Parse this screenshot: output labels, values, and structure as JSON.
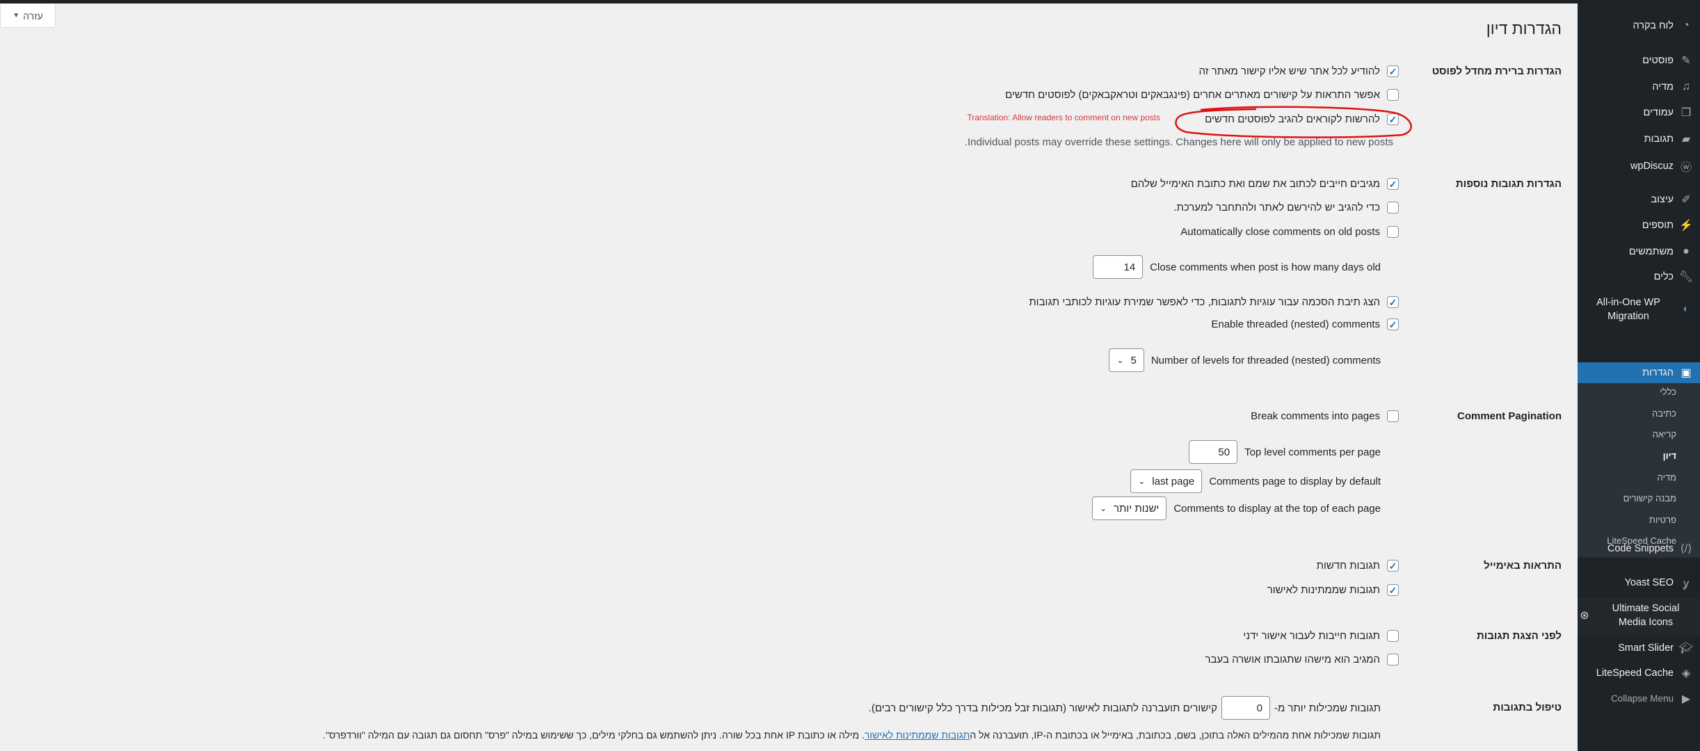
{
  "help_button": "עזרה",
  "page_title": "הגדרות דיון",
  "sections": {
    "default_post": "הגדרות ברירת מחדל לפוסט",
    "other": "הגדרות תגובות נוספות",
    "pagination": "Comment Pagination",
    "email": "התראות באימייל",
    "before": "לפני הצגת תגובות",
    "moderation": "טיפול בתגובות"
  },
  "default_post": {
    "notify_links": {
      "label": "להודיע לכל אתר שיש אליו קישור מאתר זה",
      "checked": true
    },
    "allow_pings": {
      "label": "אפשר התראות על קישורים מאתרים אחרים (פינגבאקים וטראקבאקים) לפוסטים חדשים",
      "checked": false
    },
    "allow_comments": {
      "label": "להרשות לקוראים להגיב לפוסטים חדשים",
      "checked": true
    },
    "translation_note": "Translation: Allow readers to comment on new posts",
    "description": ".Individual posts may override these settings. Changes here will only be applied to new posts"
  },
  "other": {
    "require_name_email": {
      "label": "מגיבים חייבים לכתוב את שמם ואת כתובת האימייל שלהם",
      "checked": true
    },
    "require_registration": {
      "label": "כדי להגיב יש להירשם לאתר ולהתחבר למערכת.",
      "checked": false
    },
    "auto_close": {
      "label": "Automatically close comments on old posts",
      "checked": false
    },
    "close_days_label": "Close comments when post is how many days old",
    "close_days_value": "14",
    "cookies_optin": {
      "label": "הצג תיבת הסכמה עבור עוגיות לתגובות, כדי לאפשר שמירת עוגיות לכותבי תגובות",
      "checked": true
    },
    "threaded": {
      "label": "Enable threaded (nested) comments",
      "checked": true
    },
    "thread_levels_label": "Number of levels for threaded (nested) comments",
    "thread_levels_value": "5"
  },
  "pagination": {
    "break_pages": {
      "label": "Break comments into pages",
      "checked": false
    },
    "per_page_label": "Top level comments per page",
    "per_page_value": "50",
    "default_page_label": "Comments page to display by default",
    "default_page_value": "last page",
    "order_label": "Comments to display at the top of each page",
    "order_value": "ישנות יותר"
  },
  "email": {
    "new_comments": {
      "label": "תגובות חדשות",
      "checked": true
    },
    "held_comments": {
      "label": "תגובות שממתינות לאישור",
      "checked": true
    }
  },
  "before": {
    "manual_approval": {
      "label": "תגובות חייבות לעבור אישור ידני",
      "checked": false
    },
    "previously_approved": {
      "label": "המגיב הוא מישהו שתגובתו אושרה בעבר",
      "checked": false
    }
  },
  "moderation": {
    "links_prefix": "תגובות שמכילות יותר מ-",
    "links_value": "0",
    "links_suffix": "קישורים תועברנה לתגובות לאישור (תגובות זבל מכילות בדרך כלל קישורים רבים).",
    "keys_text_1": "תגובות שמכילות אחת מהמילים האלה בתוכן, בשם, בכתובת, באימייל או בכתובת ה-IP, תועברנה אל ה",
    "keys_link": "תגובות שממתינות לאישור",
    "keys_text_2": ". מילה או כתובת IP אחת בכל שורה. ניתן להשתמש גם בחלקי מילים, כך ששימוש במילה \"פרס\" תחסום גם תגובה עם המילה \"וורדפרס\"."
  },
  "sidebar": {
    "items": [
      {
        "label": "לוח בקרה",
        "icon": "dashboard-icon"
      },
      {
        "label": "פוסטים",
        "icon": "pin-icon"
      },
      {
        "label": "מדיה",
        "icon": "media-icon"
      },
      {
        "label": "עמודים",
        "icon": "pages-icon"
      },
      {
        "label": "תגובות",
        "icon": "comments-icon"
      },
      {
        "label": "wpDiscuz",
        "icon": "wpdiscuz-icon"
      },
      {
        "label": "עיצוב",
        "icon": "brush-icon"
      },
      {
        "label": "תוספים",
        "icon": "plugin-icon"
      },
      {
        "label": "משתמשים",
        "icon": "users-icon"
      },
      {
        "label": "כלים",
        "icon": "wrench-icon"
      },
      {
        "label": "All-in-One WP Migration",
        "icon": "migration-icon"
      },
      {
        "label": "הגדרות",
        "icon": "settings-icon"
      },
      {
        "label": "Code Snippets",
        "icon": "code-icon"
      },
      {
        "label": "Yoast SEO",
        "icon": "yoast-icon"
      },
      {
        "label": "Ultimate Social Media Icons",
        "icon": "social-icon"
      },
      {
        "label": "Smart Slider",
        "icon": "slider-icon"
      },
      {
        "label": "LiteSpeed Cache",
        "icon": "litespeed-icon"
      },
      {
        "label": "Collapse Menu",
        "icon": "collapse-icon"
      }
    ],
    "submenu": [
      "כללי",
      "כתיבה",
      "קריאה",
      "דיון",
      "מדיה",
      "מבנה קישורים",
      "פרטיות",
      "LiteSpeed Cache"
    ],
    "active_color": "#2271b1"
  }
}
